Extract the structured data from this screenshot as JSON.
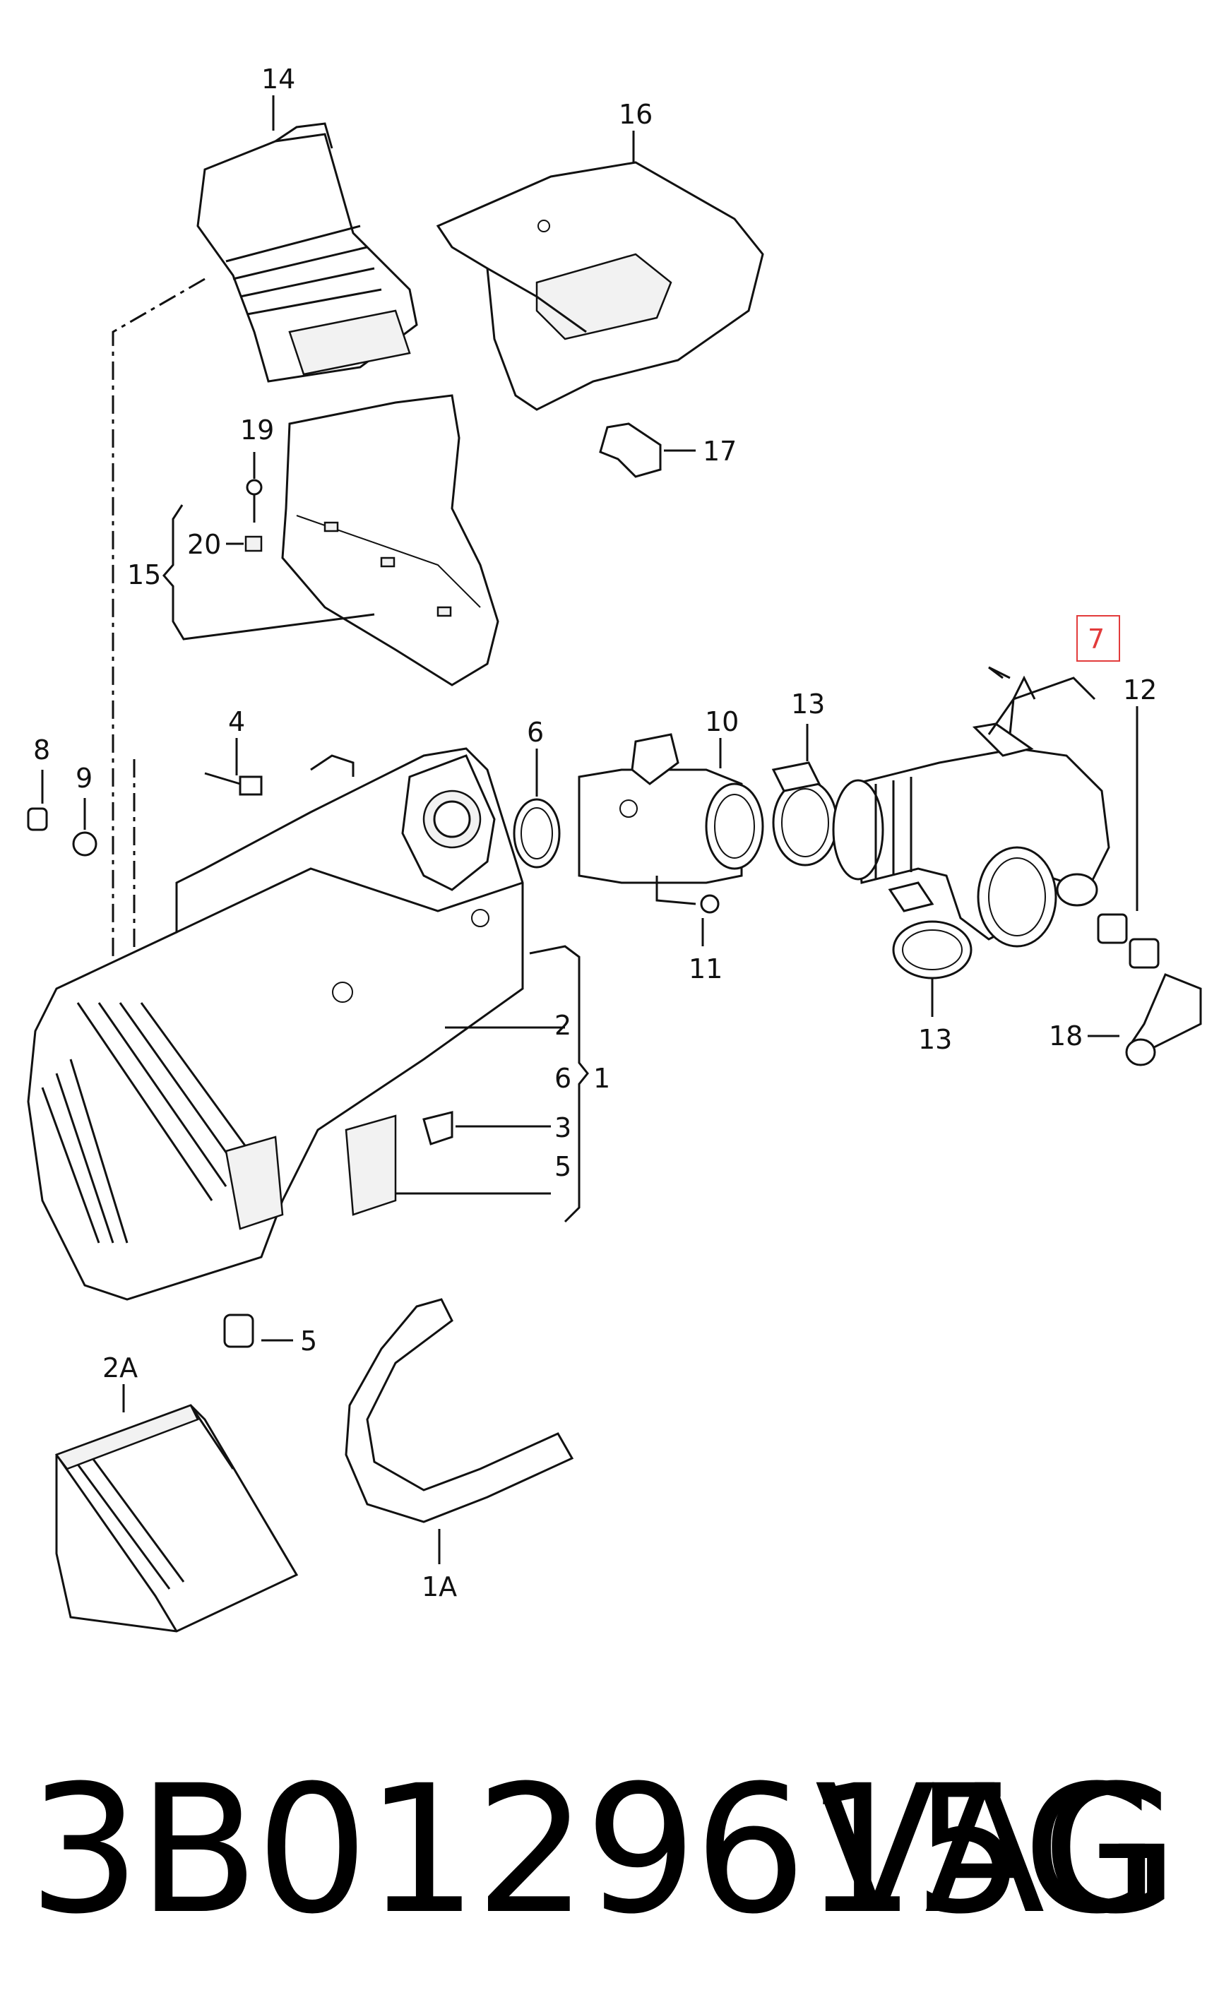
{
  "labels": {
    "l14": "14",
    "l16": "16",
    "l17": "17",
    "l19": "19",
    "l20": "20",
    "l15": "15",
    "l7": "7",
    "l12": "12",
    "l13a": "13",
    "l13b": "13",
    "l10": "10",
    "l6": "6",
    "l4": "4",
    "l8": "8",
    "l9": "9",
    "l11": "11",
    "l18": "18",
    "l2": "2",
    "l6b": "6",
    "l1": "1",
    "l3": "3",
    "l5a": "5",
    "l5b": "5",
    "l2A": "2A",
    "l1A": "1A"
  },
  "highlight_color": "#e23b3b",
  "footer": {
    "part_number": "3B0129615G",
    "brand": "VAG"
  }
}
